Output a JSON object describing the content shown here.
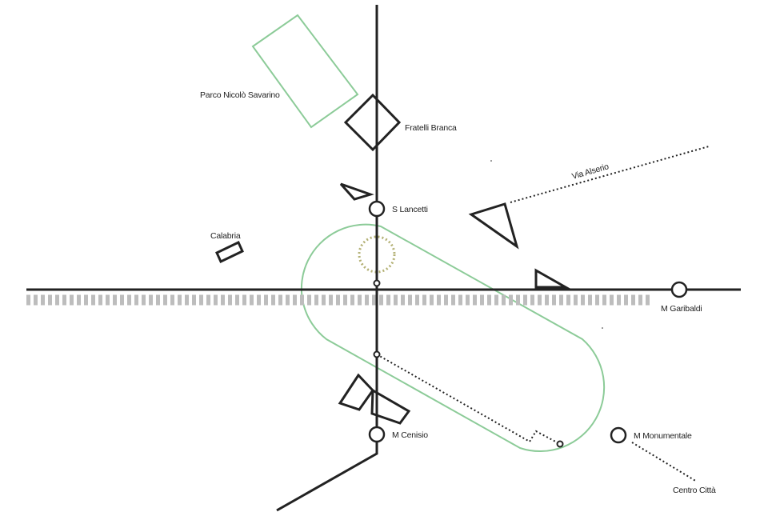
{
  "colors": {
    "line": "#222222",
    "park": "#8ccb98",
    "ring_dots": "#b3b074",
    "rail_hatch": "#bdbdbd",
    "background": "#ffffff"
  },
  "labels": {
    "parco": "Parco Nicolò Savarino",
    "fratelli_branca": "Fratelli Branca",
    "via_alserio": "Via Alserio",
    "s_lancetti": "S Lancetti",
    "calabria": "Calabria",
    "m_garibaldi": "M Garibaldi",
    "m_cenisio": "M Cenisio",
    "m_monumentale": "M Monumentale",
    "centro_citta": "Centro Città"
  },
  "stations": {
    "s_lancetti": "station",
    "m_garibaldi": "metro",
    "m_cenisio": "metro",
    "m_monumentale": "metro"
  }
}
